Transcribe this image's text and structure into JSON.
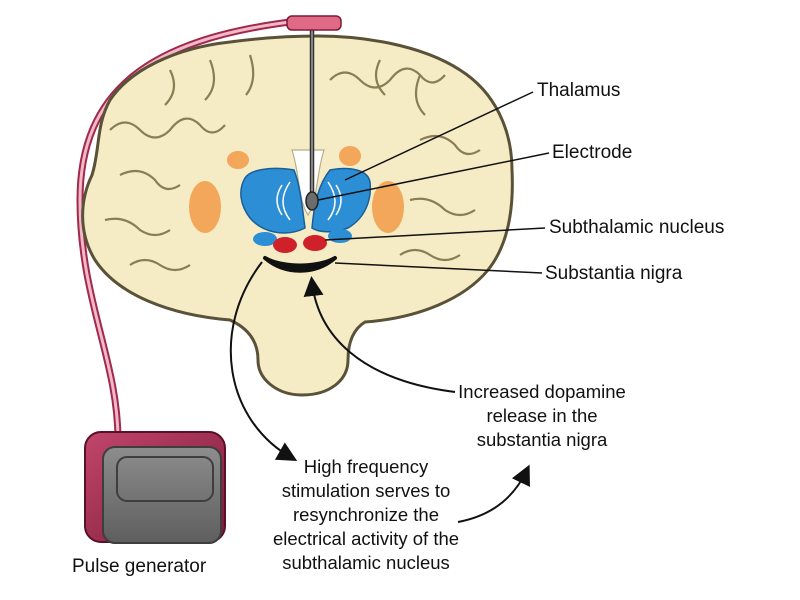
{
  "labels": {
    "thalamus": "Thalamus",
    "electrode": "Electrode",
    "subthalamic_nucleus": "Subthalamic nucleus",
    "substantia_nigra": "Substantia nigra",
    "pulse_generator": "Pulse generator"
  },
  "dopamine_text": [
    "Increased dopamine",
    "release in the",
    "substantia nigra"
  ],
  "stimulation_text": [
    "High frequency",
    "stimulation serves to",
    "resynchronize the",
    "electrical activity of the",
    "subthalamic nucleus"
  ],
  "colors": {
    "brain_fill": "#f5ebc4",
    "brain_outline": "#5a5238",
    "thalamus_blue": "#2c8fd6",
    "orange_structures": "#f2a75a",
    "subthalamic_red": "#d0202a",
    "substantia_nigra_black": "#111111",
    "lead_wire": "#e8a6b8",
    "generator_casing": "#a0294d",
    "generator_face": "#7d7d7d"
  }
}
